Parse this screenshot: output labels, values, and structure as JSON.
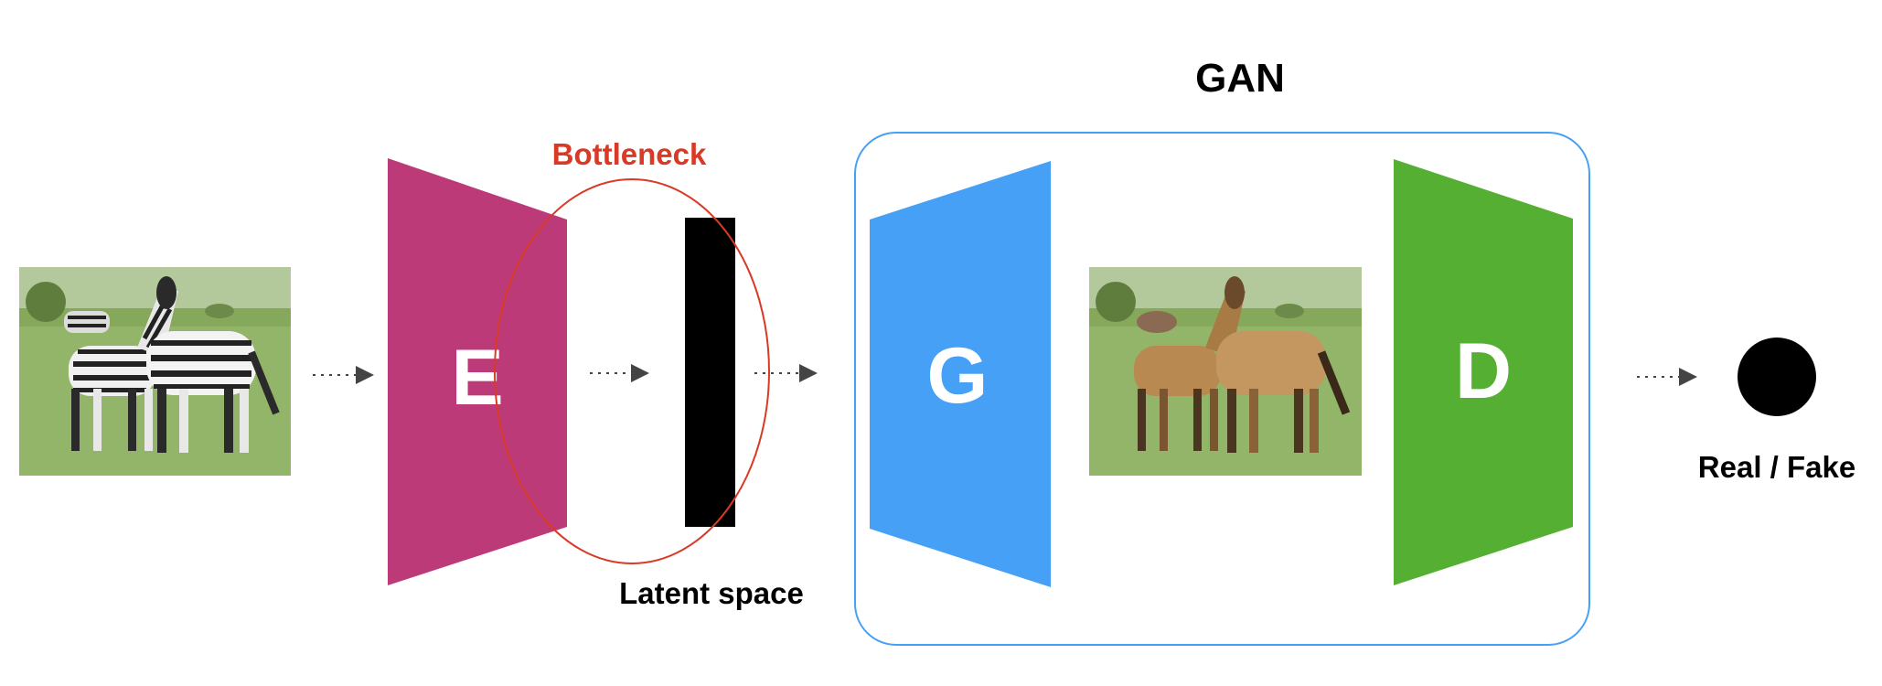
{
  "labels": {
    "gan": "GAN",
    "bottleneck": "Bottleneck",
    "latent_space": "Latent space",
    "real_fake": "Real / Fake"
  },
  "blocks": {
    "encoder": "E",
    "generator": "G",
    "discriminator": "D"
  },
  "colors": {
    "encoder": "#BC3A78",
    "generator": "#46A0F5",
    "discriminator": "#55AF33",
    "bottleneck": "#D93A26",
    "gan_box": "#46A0F5",
    "latent": "#000000",
    "arrows": "#444444"
  },
  "images": {
    "input": "zebras-photo",
    "output": "horses-photo"
  }
}
